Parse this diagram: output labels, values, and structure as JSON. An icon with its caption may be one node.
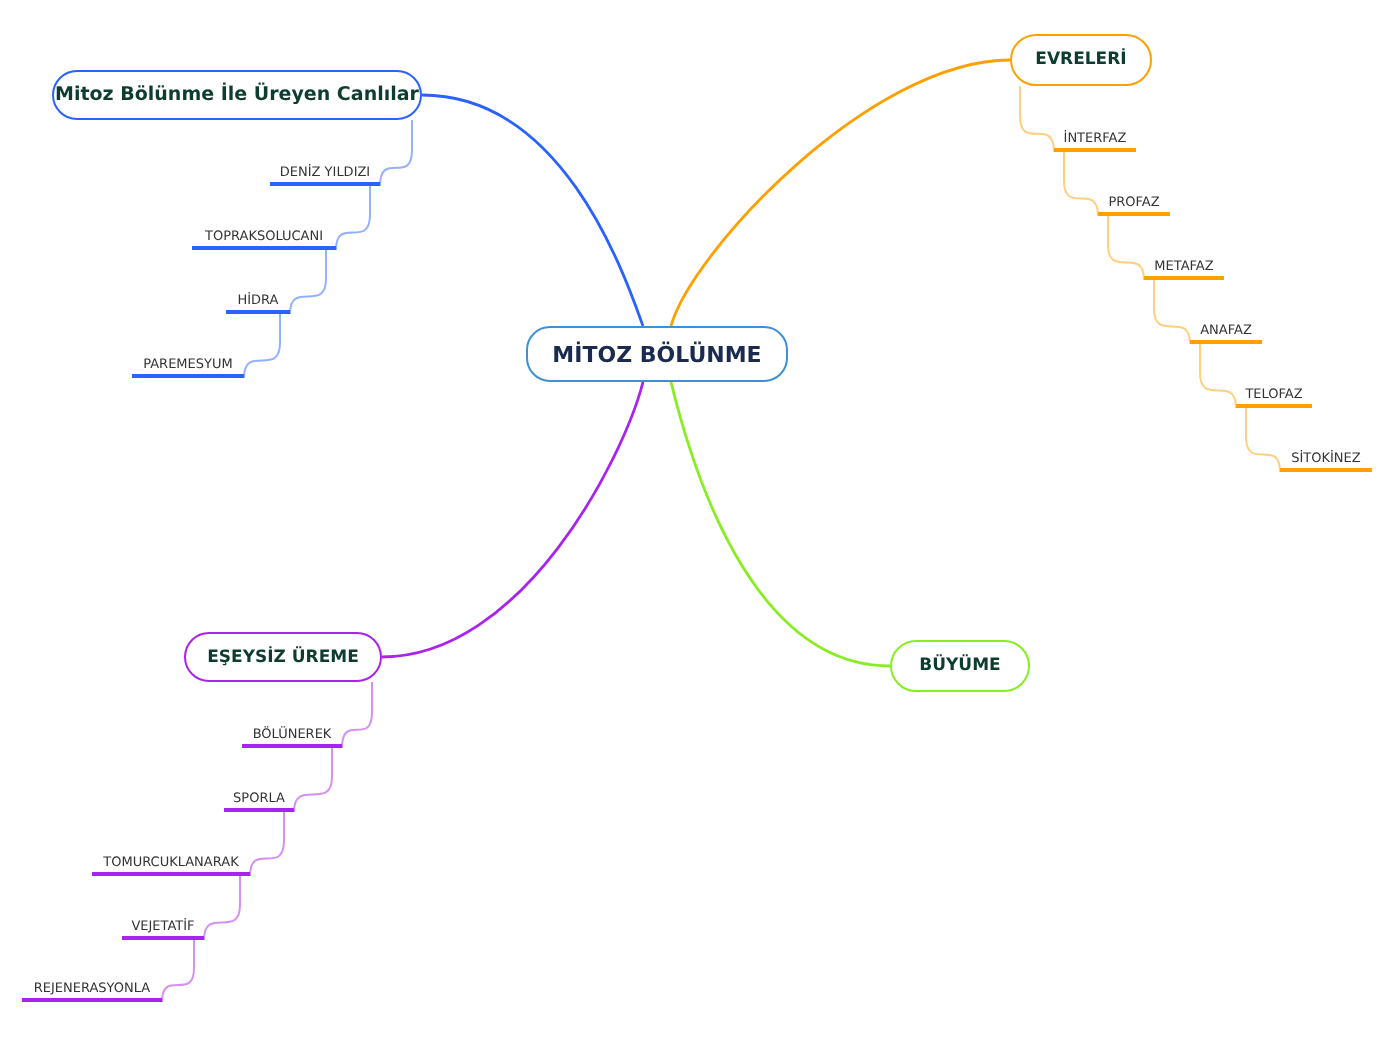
{
  "diagram": {
    "nodes": [
      {
        "text": [
          "MİTOZ BÖLÜNME"
        ]
      },
      {
        "text": [
          "Mitoz Bölünme İle Üreyen Canlılar"
        ]
      },
      {
        "text": [
          "DENİZ YILDIZI"
        ]
      },
      {
        "text": [
          "TOPRAKSOLUCANI"
        ]
      },
      {
        "text": [
          "HİDRA"
        ]
      },
      {
        "text": [
          "PAREMESYUM"
        ]
      },
      {
        "text": [
          "EVRELERİ"
        ]
      },
      {
        "text": [
          "İNTERFAZ"
        ]
      },
      {
        "text": [
          "PROFAZ"
        ]
      },
      {
        "text": [
          "METAFAZ"
        ]
      },
      {
        "text": [
          "ANAFAZ"
        ]
      },
      {
        "text": [
          "TELOFAZ"
        ]
      },
      {
        "text": [
          "SİTOKİNEZ"
        ]
      },
      {
        "text": [
          "EŞEYSİZ ÜREME"
        ]
      },
      {
        "text": [
          "BÖLÜNEREK"
        ]
      },
      {
        "text": [
          "SPORLA"
        ]
      },
      {
        "text": [
          "TOMURCUKLANARAK"
        ]
      },
      {
        "text": [
          "VEJETATİF"
        ]
      },
      {
        "text": [
          "REJENERASYONLA"
        ]
      },
      {
        "text": [
          "BÜYÜME"
        ]
      }
    ],
    "edges": [
      {
        "from": 0,
        "to": 1,
        "arrow": "none",
        "color": "#2962ff"
      },
      {
        "from": 1,
        "to": 2,
        "arrow": "none",
        "color": "#2962ff"
      },
      {
        "from": 2,
        "to": 3,
        "arrow": "none",
        "color": "#2962ff"
      },
      {
        "from": 3,
        "to": 4,
        "arrow": "none",
        "color": "#2962ff"
      },
      {
        "from": 4,
        "to": 5,
        "arrow": "none",
        "color": "#2962ff"
      },
      {
        "from": 0,
        "to": 6,
        "arrow": "none"
      },
      {
        "from": 6,
        "to": 7,
        "arrow": "none"
      },
      {
        "from": 7,
        "to": 8,
        "arrow": "none"
      },
      {
        "from": 8,
        "to": 9,
        "arrow": "none"
      },
      {
        "from": 9,
        "to": 10,
        "arrow": "none"
      },
      {
        "from": 10,
        "to": 11,
        "arrow": "none"
      },
      {
        "from": 11,
        "to": 12,
        "arrow": "none"
      },
      {
        "from": 0,
        "to": 13,
        "arrow": "none",
        "color": "#aa22ee"
      },
      {
        "from": 13,
        "to": 14,
        "arrow": "none",
        "color": "#aa22ee"
      },
      {
        "from": 14,
        "to": 15,
        "arrow": "none",
        "color": "#aa22ee"
      },
      {
        "from": 15,
        "to": 16,
        "arrow": "none",
        "color": "#aa22ee"
      },
      {
        "from": 16,
        "to": 17,
        "arrow": "none",
        "color": "#aa22ee"
      },
      {
        "from": 17,
        "to": 18,
        "arrow": "none",
        "color": "#aa22ee"
      },
      {
        "from": 0,
        "to": 19,
        "arrow": "none",
        "color": "#88ee22"
      }
    ]
  }
}
